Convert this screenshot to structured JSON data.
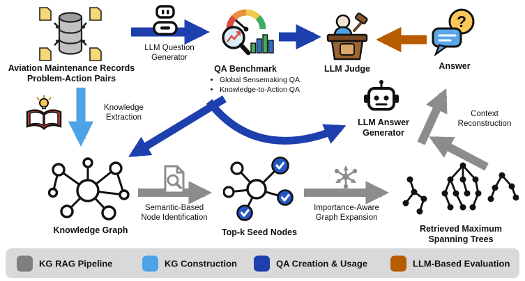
{
  "nodes": {
    "records": {
      "label": "Aviation Maintenance Records\nProblem-Action Pairs"
    },
    "qa_benchmark": {
      "label": "QA Benchmark",
      "bullets": [
        "Global Sensemaking QA",
        "Knowledge-to-Action QA"
      ]
    },
    "llm_judge": {
      "label": "LLM Judge"
    },
    "answer": {
      "label": "Answer"
    },
    "llm_answer_generator": {
      "label": "LLM Answer\nGenerator"
    },
    "knowledge_graph": {
      "label": "Knowledge Graph"
    },
    "top_k_seed_nodes": {
      "label": "Top-k Seed Nodes"
    },
    "spanning_trees": {
      "label": "Retrieved Maximum\nSpanning Trees"
    }
  },
  "edges": {
    "llm_question_generator": {
      "label": "LLM Question\nGenerator"
    },
    "knowledge_extraction": {
      "label": "Knowledge\nExtraction"
    },
    "semantic_node_identification": {
      "label": "Semantic-Based\nNode Identification"
    },
    "importance_graph_expansion": {
      "label": "Importance-Aware\nGraph Expansion"
    },
    "context_reconstruction": {
      "label": "Context\nReconstruction"
    }
  },
  "icons": {
    "answer_qmark": "?"
  },
  "legend": {
    "background": "#d9d9d9",
    "items": [
      {
        "label": "KG RAG Pipeline",
        "color": "#7f7f7f"
      },
      {
        "label": "KG Construction",
        "color": "#4da3e8"
      },
      {
        "label": "QA Creation & Usage",
        "color": "#1e3fae"
      },
      {
        "label": "LLM-Based Evaluation",
        "color": "#b85c00"
      }
    ]
  },
  "colors": {
    "pipeline_gray": "#8c8c8c",
    "construction_blue": "#4da3e8",
    "qa_blue": "#1e3fae",
    "evaluation_orange": "#b85c00"
  }
}
